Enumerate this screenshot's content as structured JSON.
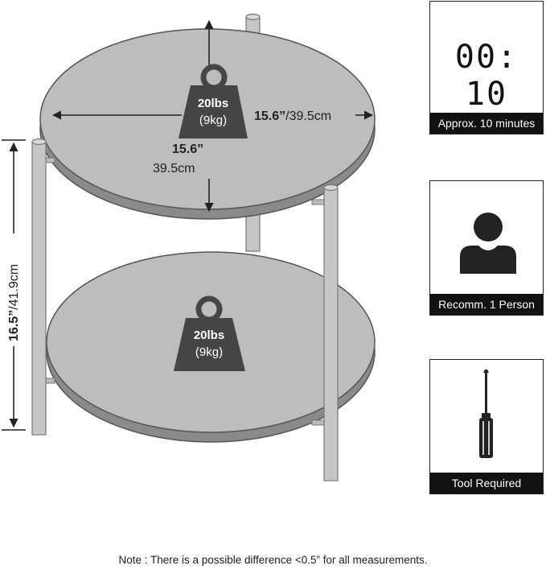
{
  "diagram": {
    "top_weight": {
      "value": "20lbs",
      "metric": "(9kg)"
    },
    "bottom_weight": {
      "value": "20lbs",
      "metric": "(9kg)"
    },
    "width_dimension": {
      "imperial": "15.6”",
      "metric": "/39.5cm"
    },
    "depth_dimension": {
      "imperial": "15.6”",
      "metric": "39.5cm"
    },
    "height_dimension": {
      "imperial": "16.5”",
      "metric": "/41.9cm"
    }
  },
  "panels": {
    "time": {
      "display": "00: 10",
      "caption": "Approx. 10 minutes",
      "icon": "digital-timer-icon"
    },
    "person": {
      "caption": "Recomm. 1 Person",
      "icon": "person-icon"
    },
    "tool": {
      "caption": "Tool Required",
      "icon": "screwdriver-icon"
    }
  },
  "note": "Note : There is a possible difference <0.5” for all measurements.",
  "colors": {
    "shelf": "#b8b8b8",
    "shelf_edge": "#7a7a7a",
    "leg": "#c4c4c4",
    "weight_badge": "#444444",
    "caption_bg": "#111111"
  }
}
